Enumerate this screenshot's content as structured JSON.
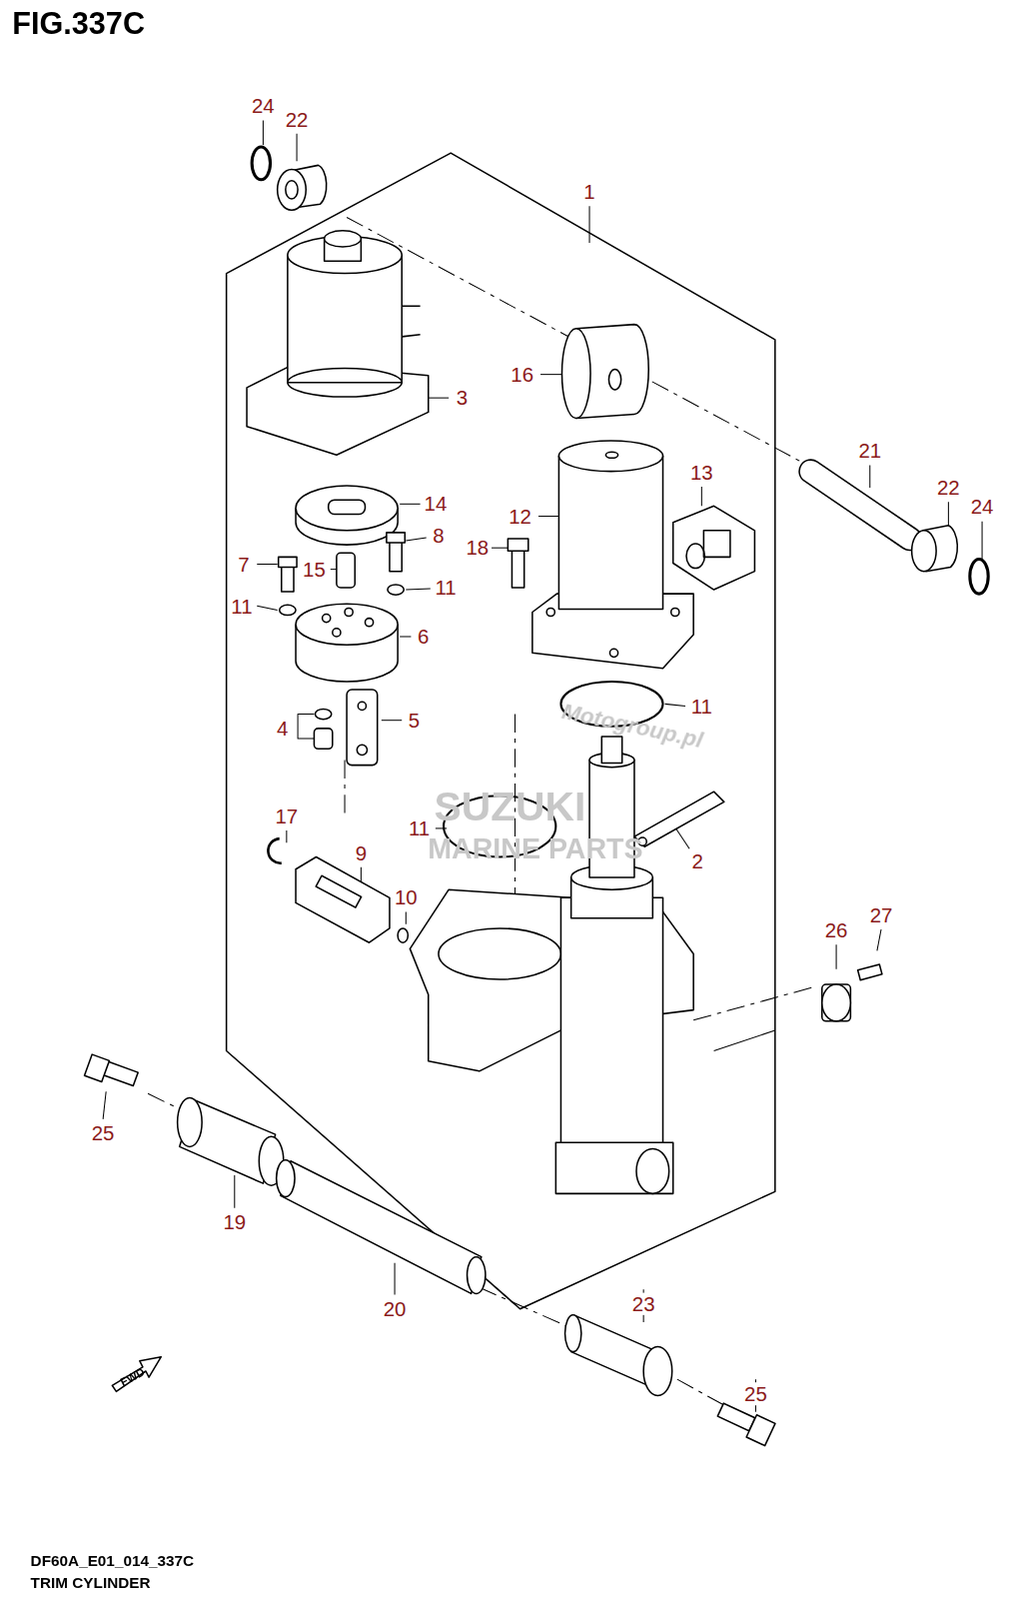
{
  "diagram": {
    "title": "FIG.337C",
    "caption": "DF60A_E01_014_337C",
    "labels": [
      "24",
      "22",
      "1",
      "16",
      "3",
      "21",
      "13",
      "22",
      "24",
      "14",
      "12",
      "8",
      "18",
      "7",
      "15",
      "11",
      "11",
      "6",
      "11",
      "5",
      "4",
      "Motogroup.pl",
      "17",
      "11",
      "2",
      "SUZUKI",
      "MARINE PARTS",
      "9",
      "10",
      "26",
      "27",
      "25",
      "19",
      "20",
      "23",
      "FWD",
      "25",
      "TRIM CYLINDER"
    ]
  }
}
